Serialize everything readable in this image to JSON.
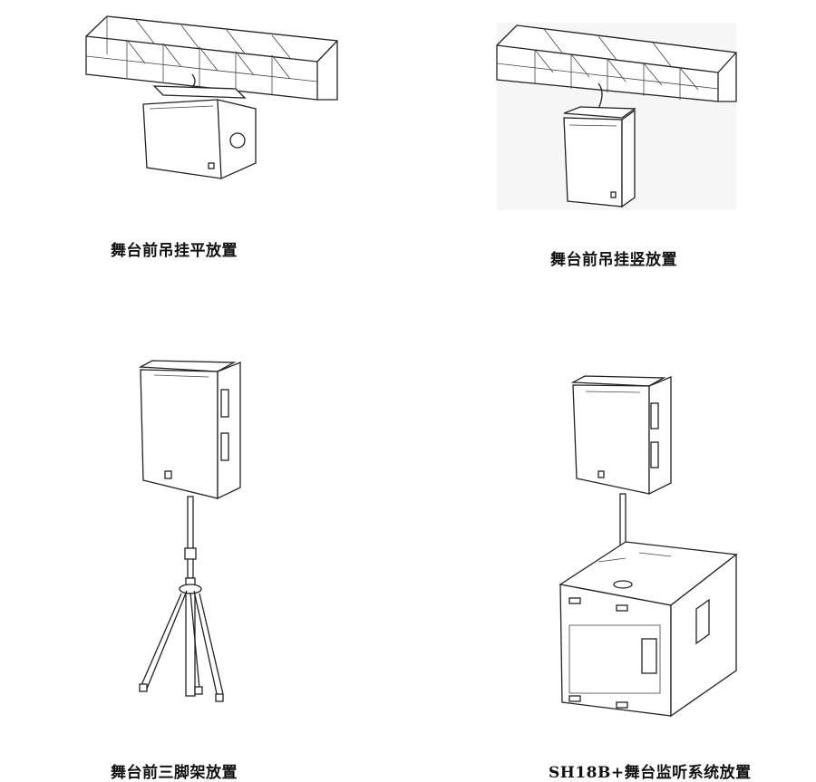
{
  "figures": [
    {
      "caption": "舞台前吊挂平放置"
    },
    {
      "caption": "舞台前吊挂竖放置"
    },
    {
      "caption": "舞台前三脚架放置"
    },
    {
      "caption": "SH18B+舞台监听系统放置"
    }
  ]
}
